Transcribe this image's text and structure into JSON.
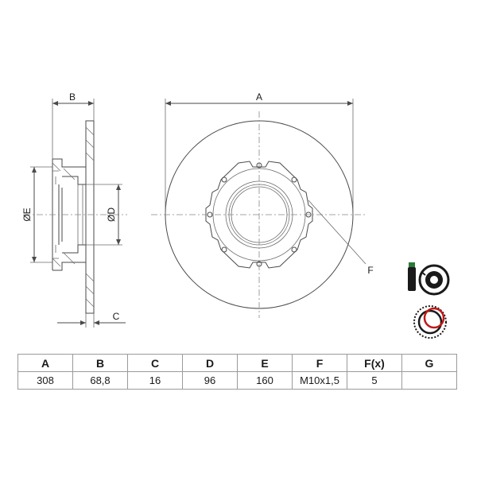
{
  "drawing": {
    "labels": {
      "A": "A",
      "B": "B",
      "C": "C",
      "D": "ØD",
      "E": "ØE",
      "F": "F"
    }
  },
  "table": {
    "headers": [
      "A",
      "B",
      "C",
      "D",
      "E",
      "F",
      "F(x)",
      "G"
    ],
    "values": [
      "308",
      "68,8",
      "16",
      "96",
      "160",
      "M10x1,5",
      "5",
      ""
    ]
  }
}
